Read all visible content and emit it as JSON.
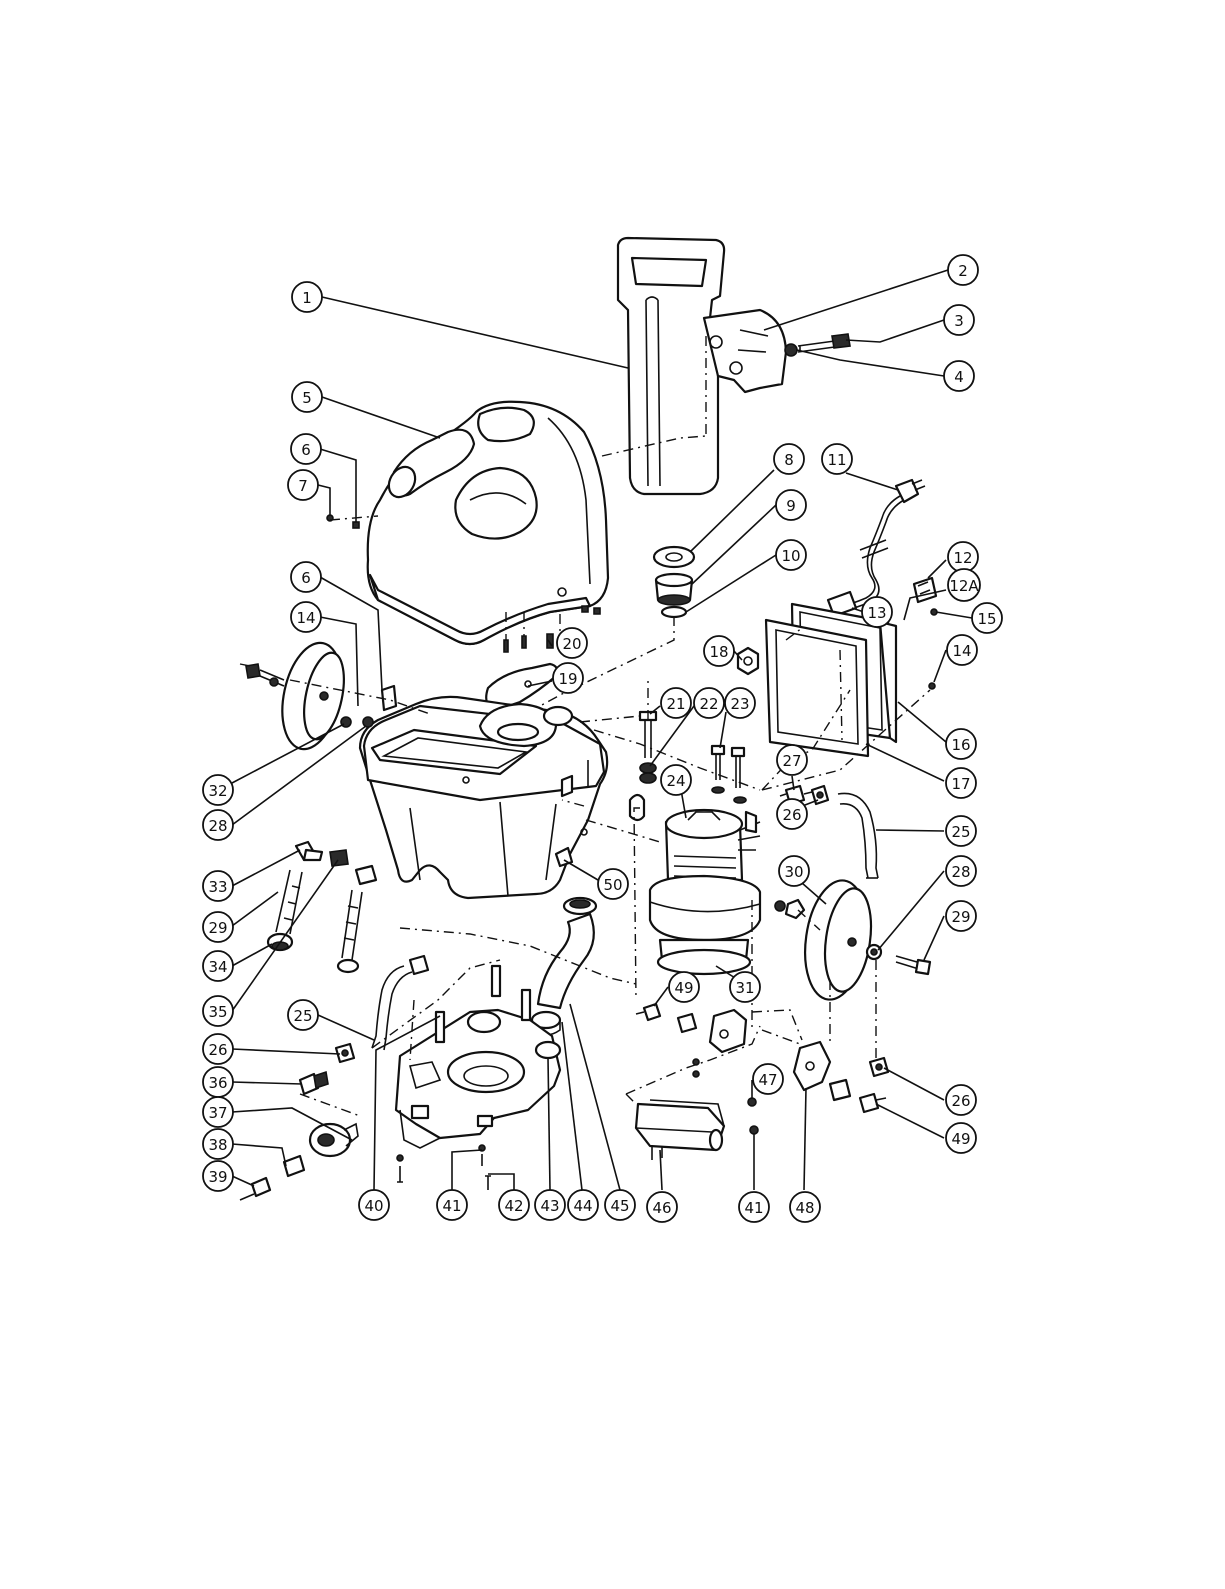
{
  "callouts": [
    {
      "id": "c1",
      "label": "1"
    },
    {
      "id": "c2",
      "label": "2"
    },
    {
      "id": "c3",
      "label": "3"
    },
    {
      "id": "c4",
      "label": "4"
    },
    {
      "id": "c5",
      "label": "5"
    },
    {
      "id": "c6a",
      "label": "6"
    },
    {
      "id": "c7",
      "label": "7"
    },
    {
      "id": "c8",
      "label": "8"
    },
    {
      "id": "c9",
      "label": "9"
    },
    {
      "id": "c10",
      "label": "10"
    },
    {
      "id": "c11",
      "label": "11"
    },
    {
      "id": "c12",
      "label": "12"
    },
    {
      "id": "c12a",
      "label": "12A"
    },
    {
      "id": "c13",
      "label": "13"
    },
    {
      "id": "c15",
      "label": "15"
    },
    {
      "id": "c6b",
      "label": "6"
    },
    {
      "id": "c14a",
      "label": "14"
    },
    {
      "id": "c14b",
      "label": "14"
    },
    {
      "id": "c18",
      "label": "18"
    },
    {
      "id": "c20",
      "label": "20"
    },
    {
      "id": "c19",
      "label": "19"
    },
    {
      "id": "c16",
      "label": "16"
    },
    {
      "id": "c21",
      "label": "21"
    },
    {
      "id": "c22",
      "label": "22"
    },
    {
      "id": "c23",
      "label": "23"
    },
    {
      "id": "c32",
      "label": "32"
    },
    {
      "id": "c28a",
      "label": "28"
    },
    {
      "id": "c27",
      "label": "27"
    },
    {
      "id": "c17",
      "label": "17"
    },
    {
      "id": "c26a",
      "label": "26"
    },
    {
      "id": "c24",
      "label": "24"
    },
    {
      "id": "c25a",
      "label": "25"
    },
    {
      "id": "c33",
      "label": "33"
    },
    {
      "id": "c50",
      "label": "50"
    },
    {
      "id": "c30",
      "label": "30"
    },
    {
      "id": "c28b",
      "label": "28"
    },
    {
      "id": "c29a",
      "label": "29"
    },
    {
      "id": "c29b",
      "label": "29"
    },
    {
      "id": "c34",
      "label": "34"
    },
    {
      "id": "c31",
      "label": "31"
    },
    {
      "id": "c49a",
      "label": "49"
    },
    {
      "id": "c35",
      "label": "35"
    },
    {
      "id": "c25b",
      "label": "25"
    },
    {
      "id": "c26b",
      "label": "26"
    },
    {
      "id": "c36",
      "label": "36"
    },
    {
      "id": "c47",
      "label": "47"
    },
    {
      "id": "c26c",
      "label": "26"
    },
    {
      "id": "c37",
      "label": "37"
    },
    {
      "id": "c49b",
      "label": "49"
    },
    {
      "id": "c38",
      "label": "38"
    },
    {
      "id": "c39",
      "label": "39"
    },
    {
      "id": "c40",
      "label": "40"
    },
    {
      "id": "c41a",
      "label": "41"
    },
    {
      "id": "c42",
      "label": "42"
    },
    {
      "id": "c43",
      "label": "43"
    },
    {
      "id": "c44",
      "label": "44"
    },
    {
      "id": "c45",
      "label": "45"
    },
    {
      "id": "c46",
      "label": "46"
    },
    {
      "id": "c41b",
      "label": "41"
    },
    {
      "id": "c48",
      "label": "48"
    }
  ]
}
